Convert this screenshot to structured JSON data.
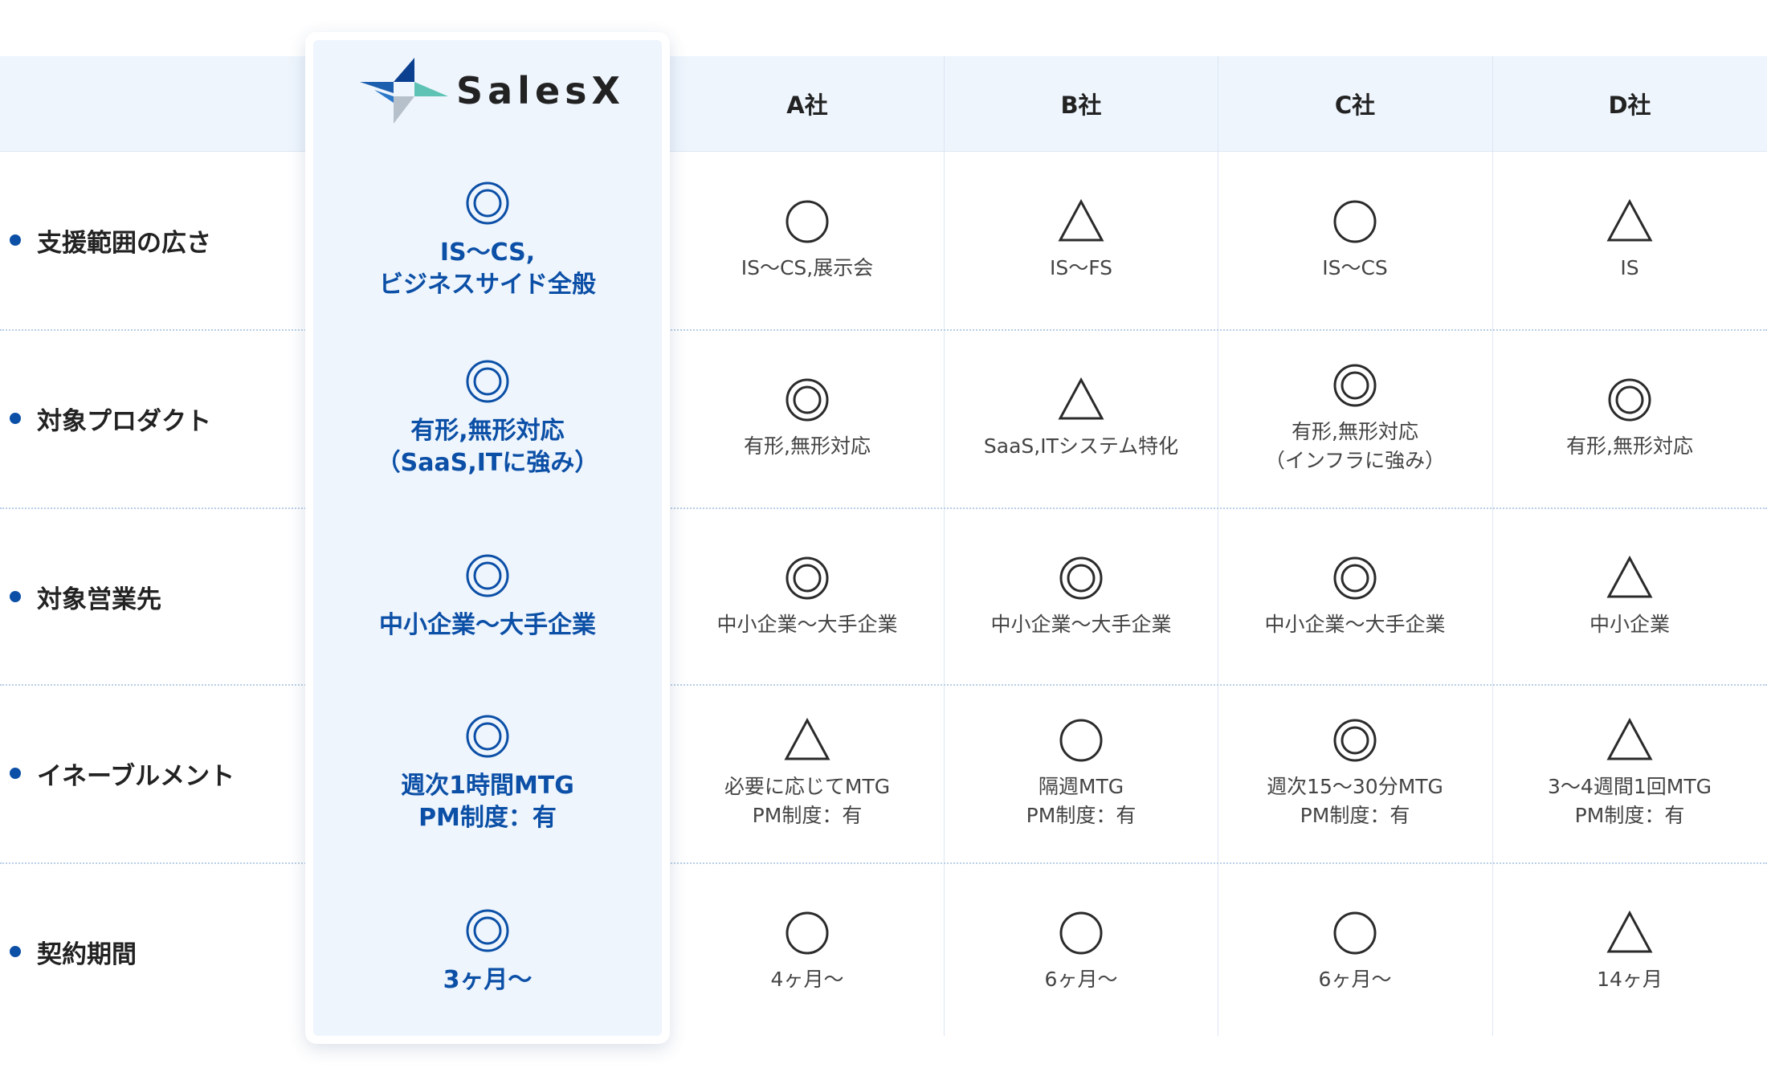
{
  "brand": {
    "name": "SalesX",
    "colors": {
      "navy": "#0b4fa6",
      "teal": "#5ec3b4",
      "gray": "#b6c0ca",
      "blue": "#1c5fae"
    }
  },
  "companies": [
    "A社",
    "B社",
    "C社",
    "D社"
  ],
  "rows": [
    {
      "label": "支援範囲の広さ",
      "salesx": {
        "mark": "double-circle",
        "text": "IS〜CS,\nビジネスサイド全般"
      },
      "cells": [
        {
          "mark": "circle",
          "text": "IS〜CS,展示会"
        },
        {
          "mark": "triangle",
          "text": "IS〜FS"
        },
        {
          "mark": "circle",
          "text": "IS〜CS"
        },
        {
          "mark": "triangle",
          "text": "IS"
        }
      ]
    },
    {
      "label": "対象プロダクト",
      "salesx": {
        "mark": "double-circle",
        "text": "有形,無形対応\n（SaaS,ITに強み）"
      },
      "cells": [
        {
          "mark": "double-circle",
          "text": "有形,無形対応"
        },
        {
          "mark": "triangle",
          "text": "SaaS,ITシステム特化"
        },
        {
          "mark": "double-circle",
          "text": "有形,無形対応\n（インフラに強み）"
        },
        {
          "mark": "double-circle",
          "text": "有形,無形対応"
        }
      ]
    },
    {
      "label": "対象営業先",
      "salesx": {
        "mark": "double-circle",
        "text": "中小企業〜大手企業"
      },
      "cells": [
        {
          "mark": "double-circle",
          "text": "中小企業〜大手企業"
        },
        {
          "mark": "double-circle",
          "text": "中小企業〜大手企業"
        },
        {
          "mark": "double-circle",
          "text": "中小企業〜大手企業"
        },
        {
          "mark": "triangle",
          "text": "中小企業"
        }
      ]
    },
    {
      "label": "イネーブルメント",
      "salesx": {
        "mark": "double-circle",
        "text": "週次1時間MTG\nPM制度：有"
      },
      "cells": [
        {
          "mark": "triangle",
          "text": "必要に応じてMTG\nPM制度：有"
        },
        {
          "mark": "circle",
          "text": "隔週MTG\nPM制度：有"
        },
        {
          "mark": "double-circle",
          "text": "週次15〜30分MTG\nPM制度：有"
        },
        {
          "mark": "triangle",
          "text": "3〜4週間1回MTG\nPM制度：有"
        }
      ]
    },
    {
      "label": "契約期間",
      "salesx": {
        "mark": "double-circle",
        "text": "3ヶ月〜"
      },
      "cells": [
        {
          "mark": "circle",
          "text": "4ヶ月〜"
        },
        {
          "mark": "circle",
          "text": "6ヶ月〜"
        },
        {
          "mark": "circle",
          "text": "6ヶ月〜"
        },
        {
          "mark": "triangle",
          "text": "14ヶ月"
        }
      ]
    }
  ]
}
